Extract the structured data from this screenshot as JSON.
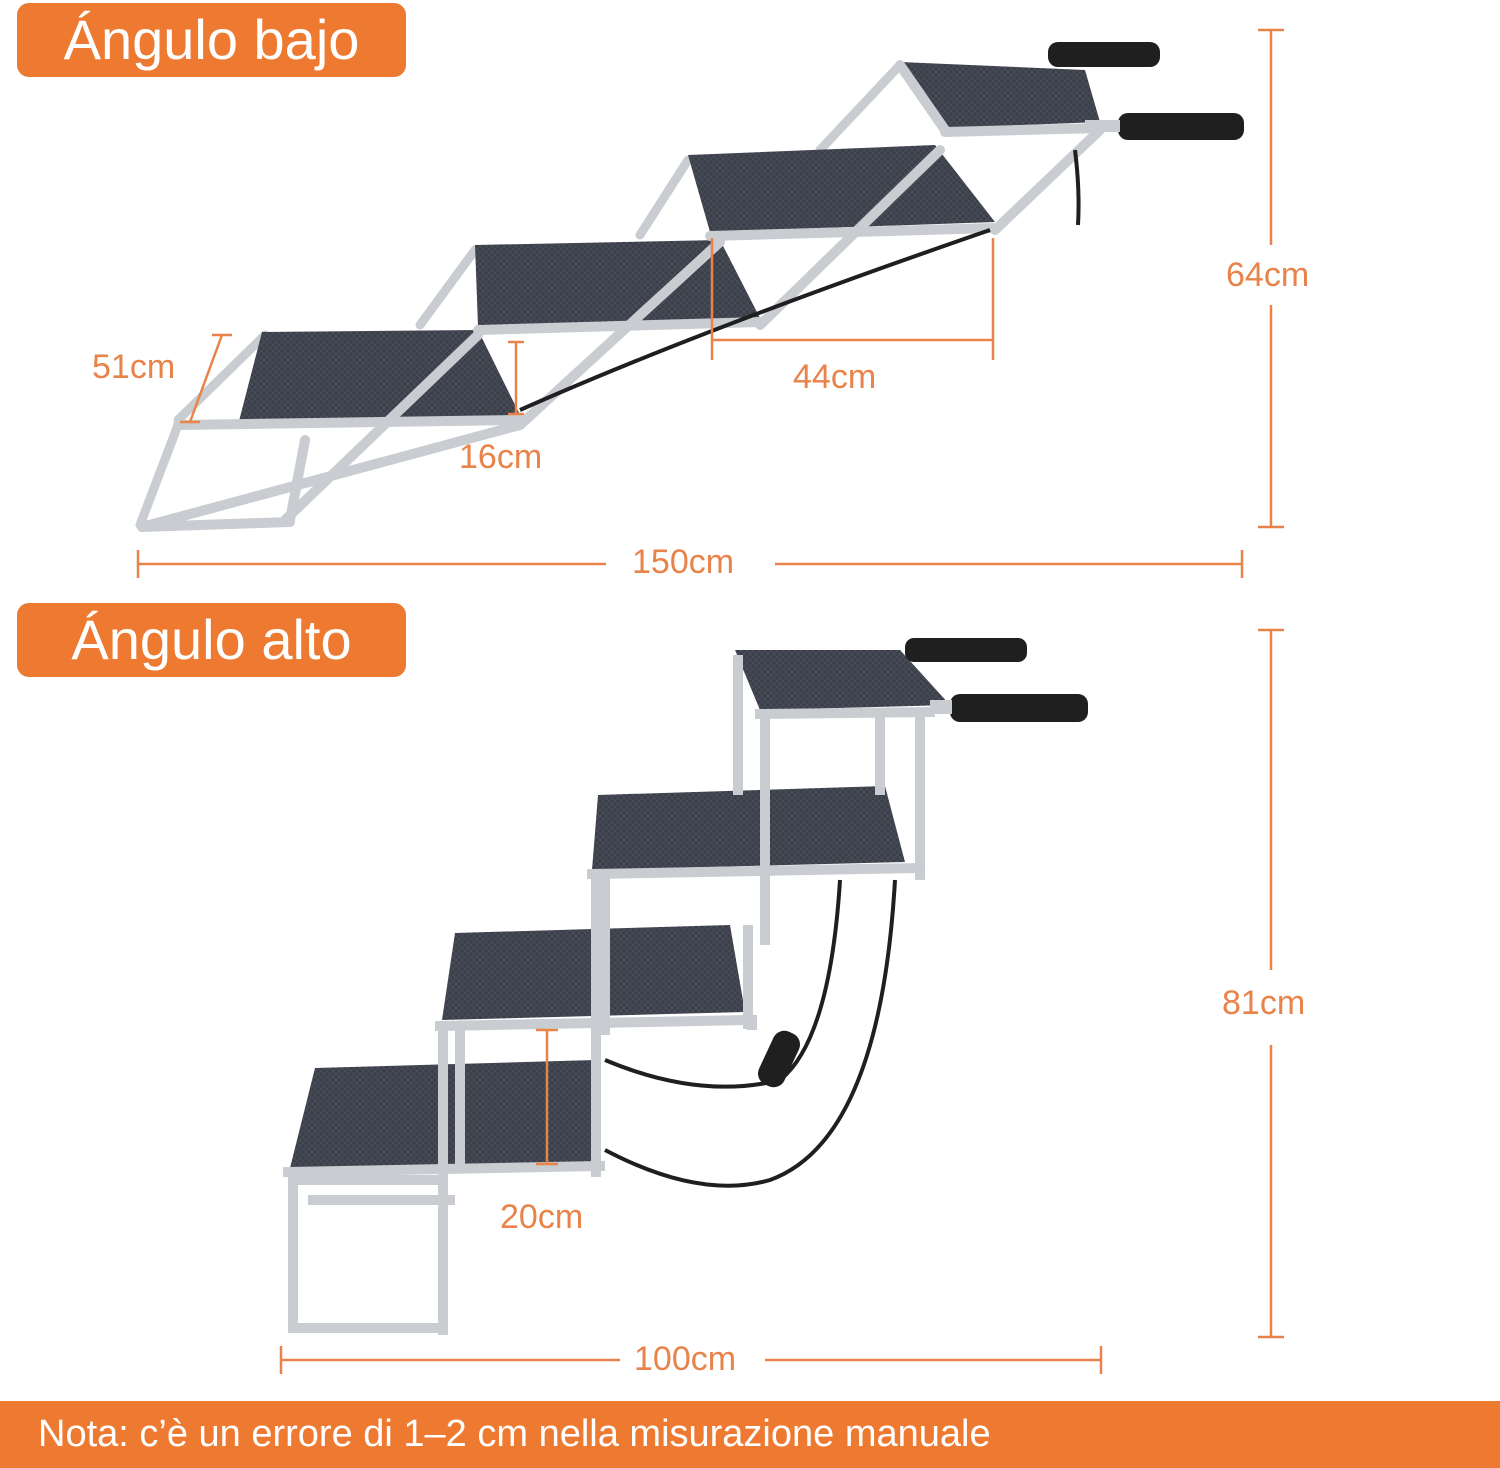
{
  "sections": {
    "low": {
      "title": "Ángulo bajo"
    },
    "high": {
      "title": "Ángulo alto"
    }
  },
  "dimensions": {
    "low": {
      "width": "51cm",
      "step_height": "16cm",
      "step_depth": "44cm",
      "height": "64cm",
      "length": "150cm"
    },
    "high": {
      "step_height": "20cm",
      "height": "81cm",
      "length": "100cm"
    }
  },
  "note": "Nota: c’è un errore di 1–2 cm nella misurazione manuale",
  "colors": {
    "accent": "#ee7a32",
    "dimension": "#e8834a",
    "frame": "#c9ccd0",
    "tread": "#3b3f4a",
    "handle": "#1f1f1f"
  }
}
